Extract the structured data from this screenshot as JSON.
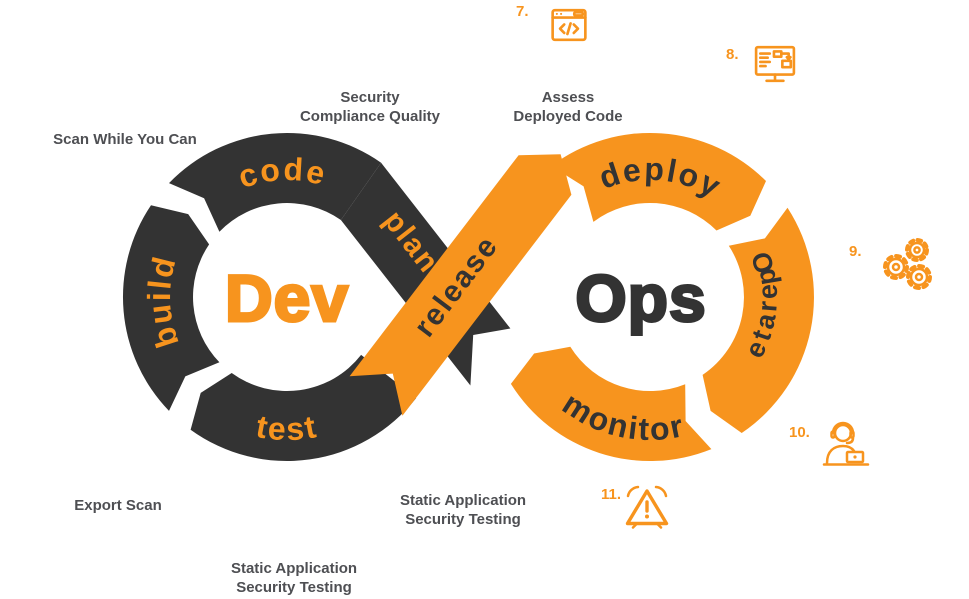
{
  "colors": {
    "orange": "#F7941E",
    "dark": "#333333",
    "gray": "#4e4f53",
    "background": "#ffffff"
  },
  "loop": {
    "dev_label": "Dev",
    "ops_label": "Ops",
    "segments": {
      "code": "code",
      "build": "build",
      "test": "test",
      "plan": "plan",
      "release": "release",
      "deploy": "deploy",
      "operate": "Operate",
      "monitor": "monitor"
    }
  },
  "annotations": {
    "scan": {
      "text": "Scan While You Can"
    },
    "security": {
      "line1": "Security",
      "line2": "Compliance Quality"
    },
    "assess": {
      "line1": "Assess",
      "line2": "Deployed Code"
    },
    "export": {
      "text": "Export Scan"
    },
    "sast_center": {
      "line1": "Static Application",
      "line2": "Security Testing"
    },
    "sast_left": {
      "line1": "Static Application",
      "line2": "Security Testing"
    }
  },
  "numbered_icons": {
    "n7": {
      "number": "7.",
      "icon": "browser-code-icon"
    },
    "n8": {
      "number": "8.",
      "icon": "monitor-flowchart-icon"
    },
    "n9": {
      "number": "9.",
      "icon": "gears-icon"
    },
    "n10": {
      "number": "10.",
      "icon": "support-person-icon"
    },
    "n11": {
      "number": "11.",
      "icon": "alarm-warning-icon"
    }
  }
}
